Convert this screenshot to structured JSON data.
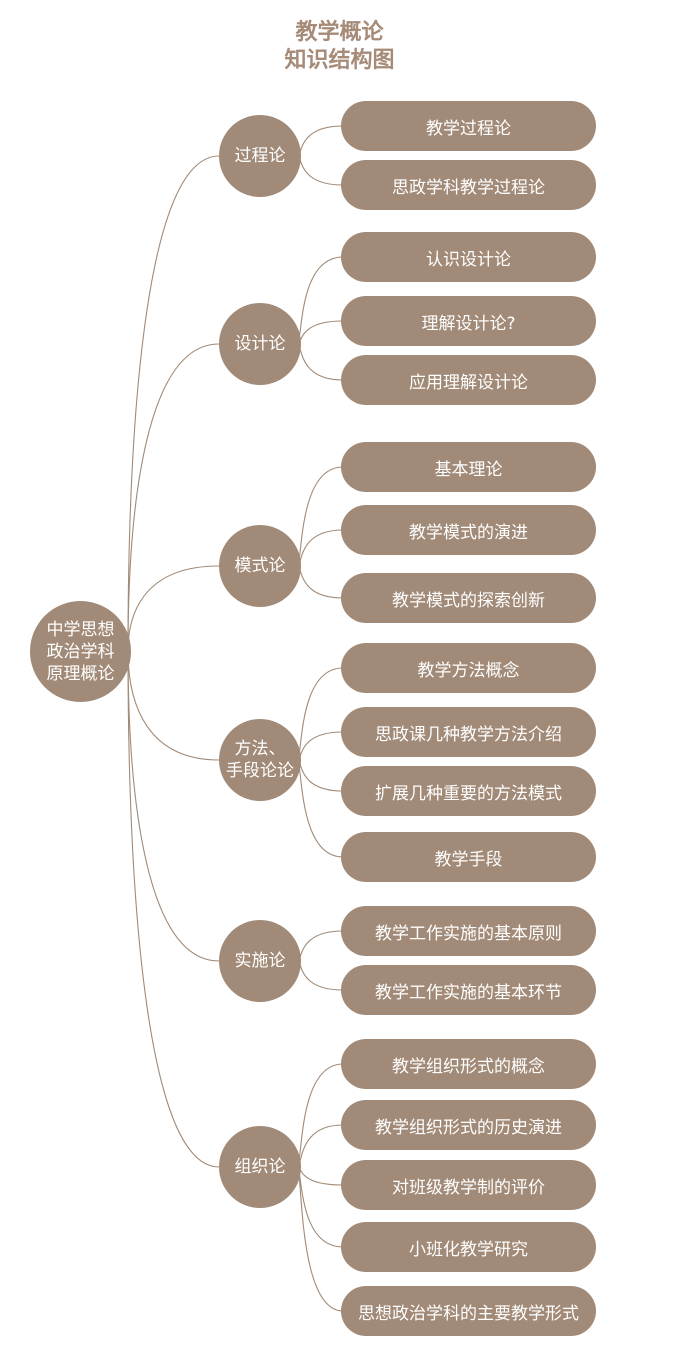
{
  "title": {
    "line1": "教学概论",
    "line2": "知识结构图"
  },
  "colors": {
    "node": "#a18a77",
    "title": "#a58b78",
    "edge": "#a18a77"
  },
  "root": {
    "label": "中学思想\n政治学科\n原理概论"
  },
  "branches": [
    {
      "label": "过程论",
      "leaves": [
        "教学过程论",
        "思政学科教学过程论"
      ]
    },
    {
      "label": "设计论",
      "leaves": [
        "认识设计论",
        "理解设计论?",
        "应用理解设计论"
      ]
    },
    {
      "label": "模式论",
      "leaves": [
        "基本理论",
        "教学模式的演进",
        "教学模式的探索创新"
      ]
    },
    {
      "label": "方法、\n手段论论",
      "leaves": [
        "教学方法概念",
        "思政课几种教学方法介绍",
        "扩展几种重要的方法模式",
        "教学手段"
      ]
    },
    {
      "label": "实施论",
      "leaves": [
        "教学工作实施的基本原则",
        "教学工作实施的基本环节"
      ]
    },
    {
      "label": "组织论",
      "leaves": [
        "教学组织形式的概念",
        "教学组织形式的历史演进",
        "对班级教学制的评价",
        "小班化教学研究",
        "思想政治学科的主要教学形式"
      ]
    }
  ]
}
